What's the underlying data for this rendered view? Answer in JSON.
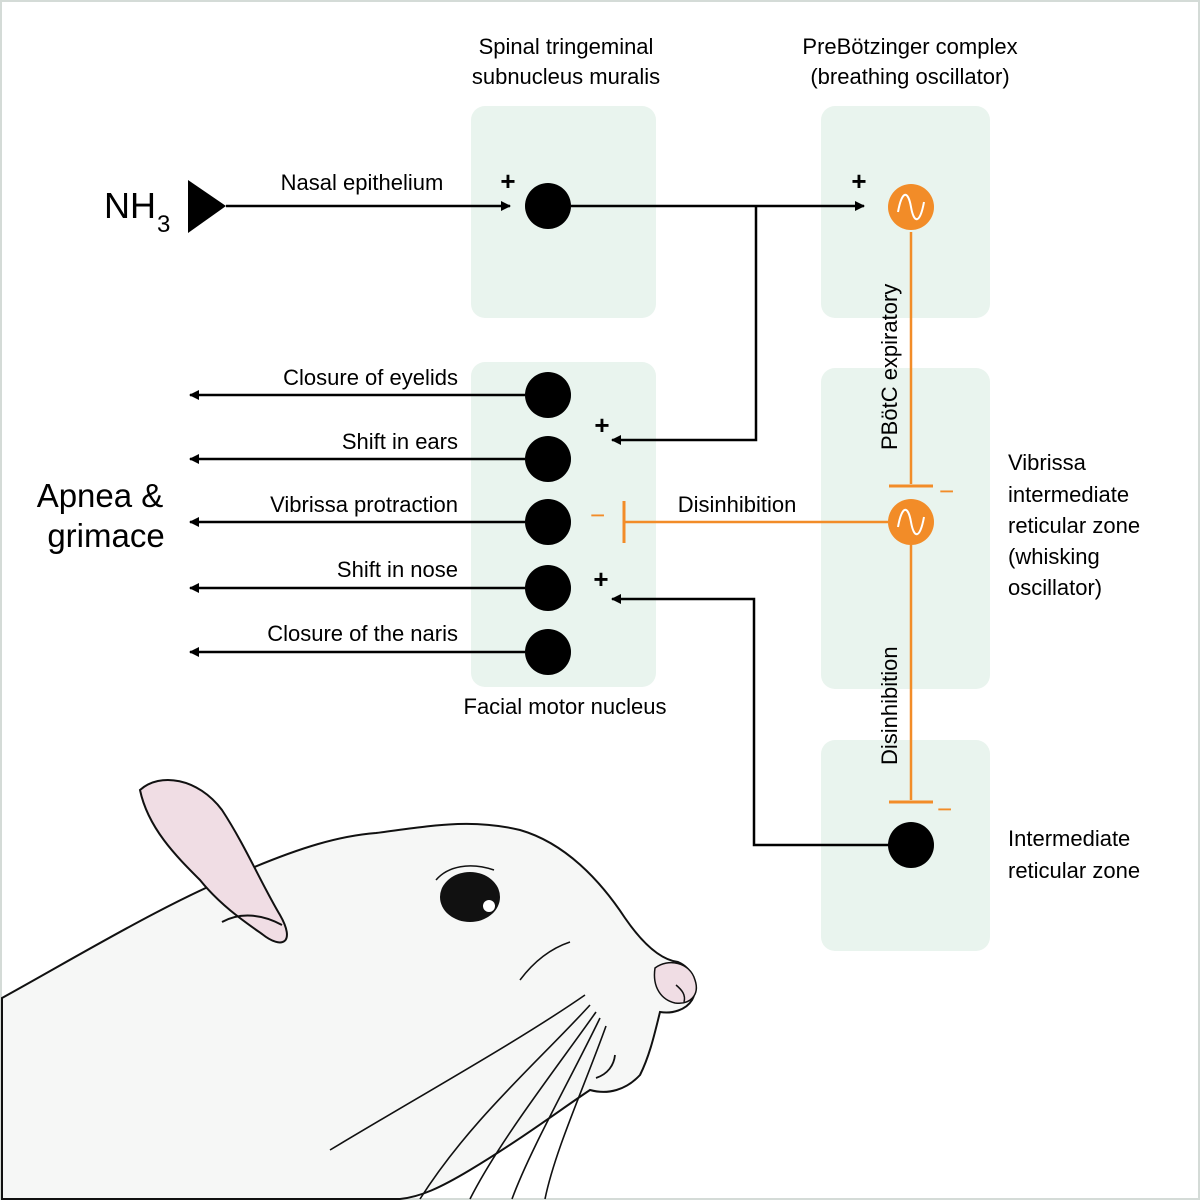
{
  "colors": {
    "accent": "#f28c28",
    "panel": "#e9f4ee",
    "frame": "#d4dbd7",
    "ink": "#000000",
    "skin_pink": "#f0dde4"
  },
  "stimulus": {
    "symbol_main": "NH",
    "symbol_sub": "3",
    "pathway_label": "Nasal epithelium",
    "excitatory_sign": "+"
  },
  "regions": {
    "trigeminal": {
      "title_line1": "Spinal tringeminal",
      "title_line2": "subnucleus muralis"
    },
    "prebotc": {
      "title_line1": "PreBötzinger complex",
      "title_line2": "(breathing oscillator)"
    },
    "vibrissa_irt": {
      "line1": "Vibrissa",
      "line2": "intermediate",
      "line3": "reticular zone",
      "line4": "(whisking",
      "line5": "oscillator)"
    },
    "irt": {
      "line1": "Intermediate",
      "line2": "reticular zone"
    },
    "facial": {
      "title": "Facial motor nucleus"
    }
  },
  "outputs": {
    "group_label_line1": "Apnea &",
    "group_label_line2": "grimace",
    "items": [
      {
        "label": "Closure of eyelids"
      },
      {
        "label": "Shift in ears"
      },
      {
        "label": "Vibrissa protraction"
      },
      {
        "label": "Shift in nose"
      },
      {
        "label": "Closure of the naris"
      }
    ]
  },
  "connections": {
    "excitatory_sign": "+",
    "inhibitory_sign": "−",
    "disinhibition_label": "Disinhibition",
    "expiratory_label": "PBötC expiratory",
    "vertical_disinhibition_label": "Disinhibition"
  },
  "illustration": {
    "subject": "rat-head"
  }
}
